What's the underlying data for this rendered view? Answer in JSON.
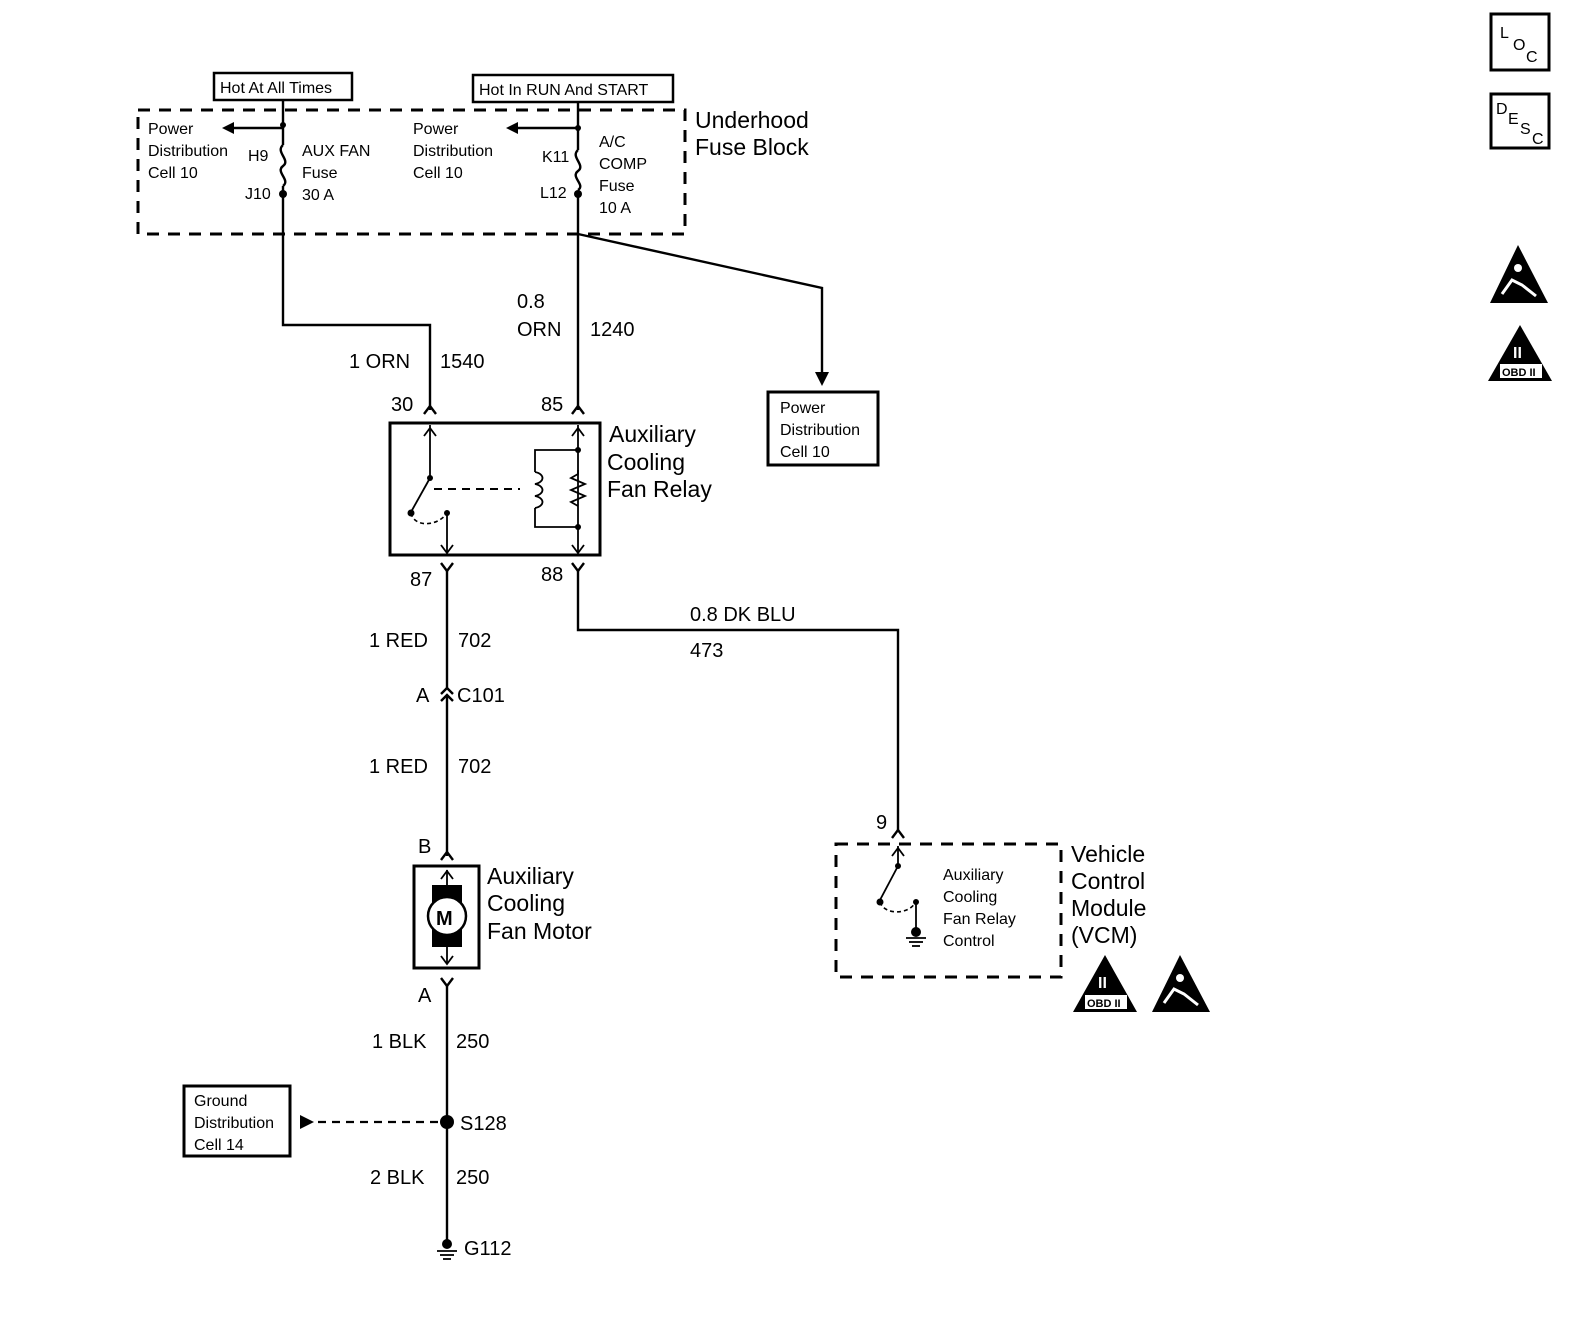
{
  "tags": {
    "hot_all_times": "Hot At All Times",
    "hot_run_start": "Hot In RUN And START"
  },
  "fuse_block": {
    "title_line1": "Underhood",
    "title_line2": "Fuse Block",
    "left_ref": [
      "Power",
      "Distribution",
      "Cell 10"
    ],
    "left_fuse": [
      "AUX FAN",
      "Fuse",
      "30 A"
    ],
    "left_pin_top": "H9",
    "left_pin_bottom": "J10",
    "right_ref": [
      "Power",
      "Distribution",
      "Cell 10"
    ],
    "right_fuse": [
      "A/C",
      "COMP",
      "Fuse",
      "10 A"
    ],
    "right_pin_top": "K11",
    "right_pin_bottom": "L12"
  },
  "wires": {
    "w1540_size_color": "1 ORN",
    "w1540_circuit": "1540",
    "w1240_size": "0.8",
    "w1240_color": "ORN",
    "w1240_circuit": "1240",
    "w473_size_color": "0.8 DK BLU",
    "w473_circuit": "473",
    "w702a_size_color": "1 RED",
    "w702a_circuit": "702",
    "w702b_size_color": "1 RED",
    "w702b_circuit": "702",
    "w250a_size_color": "1 BLK",
    "w250a_circuit": "250",
    "w250b_size_color": "2 BLK",
    "w250b_circuit": "250"
  },
  "relay": {
    "title": [
      "Auxiliary",
      "Cooling",
      "Fan Relay"
    ],
    "pin30": "30",
    "pin85": "85",
    "pin87": "87",
    "pin88": "88"
  },
  "power_dist_ref": [
    "Power",
    "Distribution",
    "Cell 10"
  ],
  "connector": {
    "pin": "A",
    "name": "C101"
  },
  "motor": {
    "title": [
      "Auxiliary",
      "Cooling",
      "Fan Motor"
    ],
    "pin_top": "B",
    "pin_bottom": "A",
    "symbol": "M"
  },
  "vcm": {
    "title": [
      "Vehicle",
      "Control",
      "Module",
      "(VCM)"
    ],
    "inner": [
      "Auxiliary",
      "Cooling",
      "Fan Relay",
      "Control"
    ],
    "pin": "9"
  },
  "splice": "S128",
  "ground": "G112",
  "ground_ref": [
    "Ground",
    "Distribution",
    "Cell 14"
  ],
  "side_icons": {
    "loc": [
      "L",
      "O",
      "C"
    ],
    "desc": [
      "D",
      "E",
      "S",
      "C"
    ],
    "obd": "OBD II",
    "obd_roman": "II"
  }
}
